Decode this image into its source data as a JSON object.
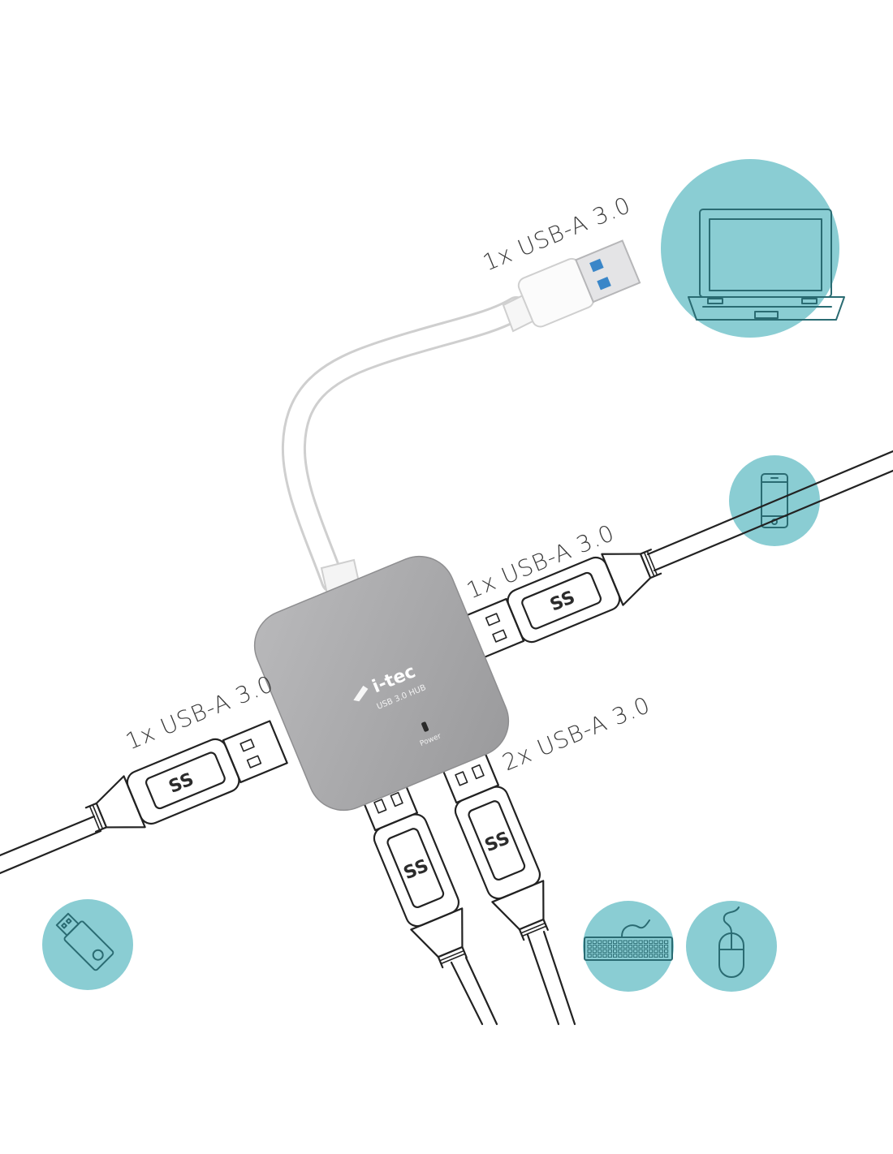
{
  "colors": {
    "accent_circle": "#8acdd3",
    "hub_body": "#a8a8aa",
    "cable_white": "#ffffff",
    "usb_blue": "#3a86c8",
    "outline": "#222222"
  },
  "connectors": {
    "top": "1x USB-A 3.0",
    "right": "1x USB-A 3.0",
    "left": "1x USB-A 3.0",
    "bottom": "2x USB-A 3.0"
  },
  "hub": {
    "brand": "i-tec",
    "subtitle": "USB 3.0 HUB",
    "led_label": "Power"
  },
  "plug_marking": "SS",
  "device_icons": [
    "laptop-icon",
    "smartphone-icon",
    "usb-flash-drive-icon",
    "keyboard-icon",
    "mouse-icon"
  ]
}
